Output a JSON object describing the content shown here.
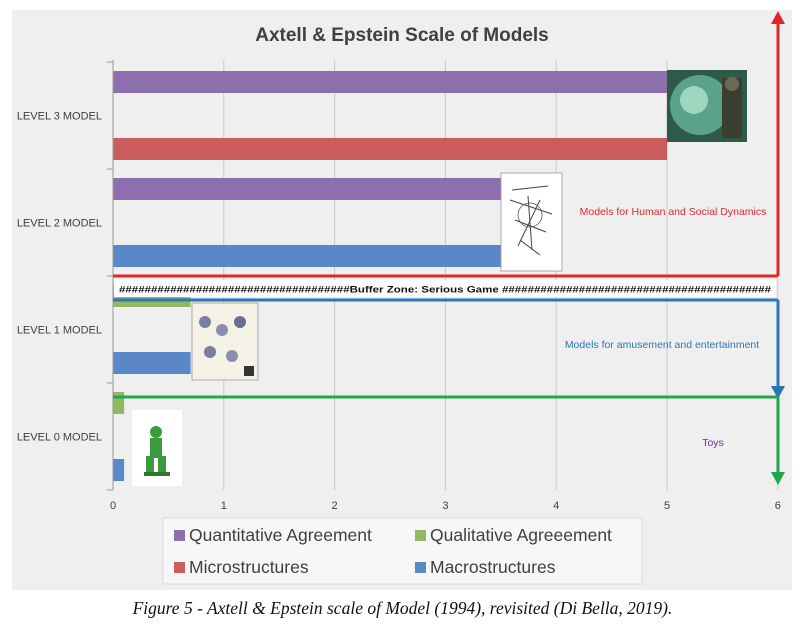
{
  "chart_data": {
    "type": "bar",
    "orientation": "horizontal",
    "title": "Axtell & Epstein Scale of Models",
    "categories": [
      "LEVEL 0 MODEL",
      "LEVEL 1 MODEL",
      "LEVEL 2 MODEL",
      "LEVEL 3 MODEL"
    ],
    "series": [
      {
        "name": "Quantitative Agreement",
        "color": "#8e6fae",
        "values": [
          0,
          0,
          3.5,
          5
        ]
      },
      {
        "name": "Qualitative Agreeement",
        "color": "#92b863",
        "values": [
          0.1,
          0.7,
          0,
          0
        ]
      },
      {
        "name": "Microstructures",
        "color": "#cc5c5e",
        "values": [
          0,
          0,
          0,
          5
        ]
      },
      {
        "name": "Macrostructures",
        "color": "#5a87c7",
        "values": [
          0.1,
          0.7,
          3.5,
          0
        ]
      }
    ],
    "xlim": [
      0,
      6
    ],
    "xticks": [
      "0",
      "1",
      "2",
      "3",
      "4",
      "5",
      "6"
    ],
    "grid": true,
    "legend_position": "bottom",
    "annotations": {
      "buffer_zone": "####################################Buffer  Zone: Serious Game ##########################################",
      "human_social": "Models for Human and Social Dynamics",
      "amusement": "Models for amusement and entertainment",
      "toys": "Toys"
    },
    "colors": {
      "plot_background": "#efefef",
      "title": "#404040",
      "human_social": "#e0282a",
      "amusement": "#2e75b6",
      "toys": "#1fa84a",
      "toys_label": "#7030a0"
    }
  },
  "caption": "Figure 5 - Axtell & Epstein scale of Model (1994), revisited (Di Bella, 2019)."
}
